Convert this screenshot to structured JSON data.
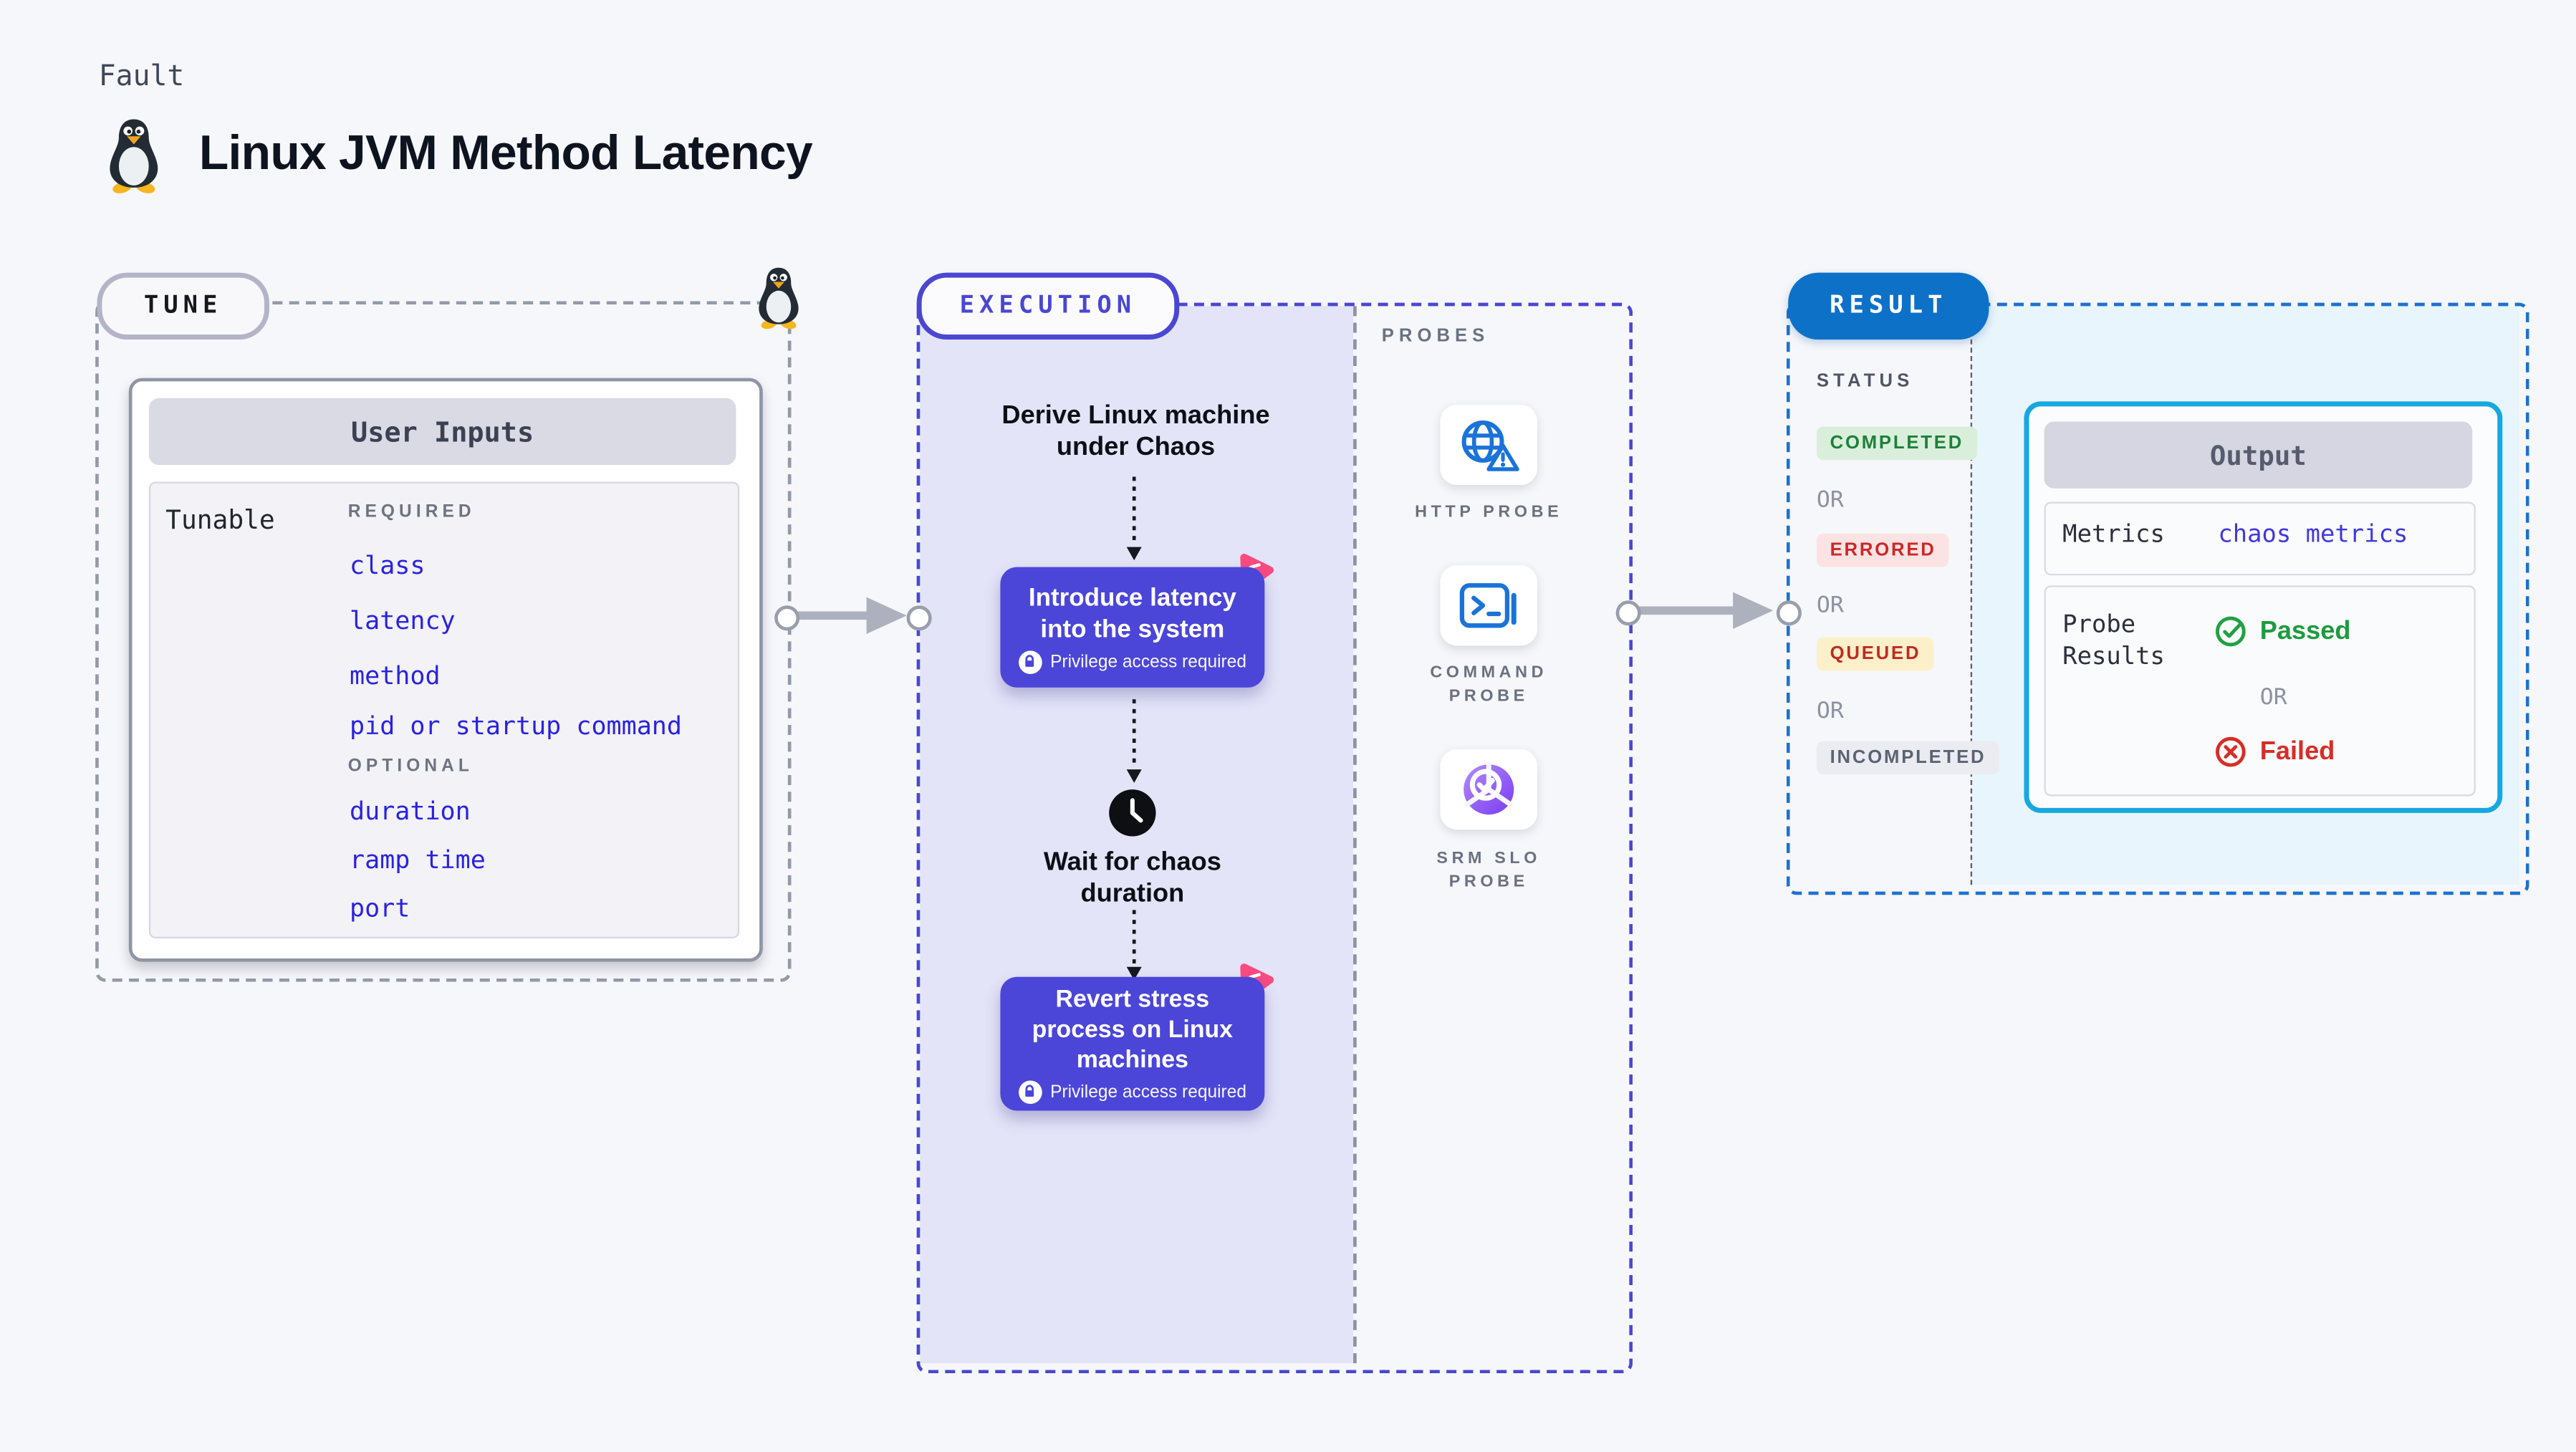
{
  "page": {
    "fault_label": "Fault",
    "title": "Linux JVM Method Latency"
  },
  "tune": {
    "pill": "TUNE",
    "card_title": "User Inputs",
    "row_label": "Tunable",
    "required_heading": "REQUIRED",
    "optional_heading": "OPTIONAL",
    "required_items": [
      "class",
      "latency",
      "method",
      "pid or startup command"
    ],
    "optional_items": [
      "duration",
      "ramp time",
      "port"
    ]
  },
  "execution": {
    "pill": "EXECUTION",
    "derive_step": "Derive Linux machine under Chaos",
    "node_introduce": "Introduce latency into the system",
    "privilege_note": "Privilege access required",
    "wait_step": "Wait for chaos duration",
    "node_revert": "Revert stress process on Linux machines"
  },
  "probes": {
    "heading": "PROBES",
    "items": [
      {
        "label": "HTTP PROBE",
        "icon": "globe-alert-icon"
      },
      {
        "label": "COMMAND PROBE",
        "icon": "terminal-icon"
      },
      {
        "label": "SRM SLO PROBE",
        "icon": "slo-donut-check-icon"
      }
    ]
  },
  "result": {
    "pill": "RESULT",
    "status_heading": "STATUS",
    "or_label": "OR",
    "statuses": [
      {
        "label": "COMPLETED",
        "text_color": "#1d8039",
        "bg_color": "#d9efdb"
      },
      {
        "label": "ERRORED",
        "text_color": "#cd2727",
        "bg_color": "#fbe3e3"
      },
      {
        "label": "QUEUED",
        "text_color": "#c02a21",
        "bg_color": "#fbf0c9"
      },
      {
        "label": "INCOMPLETED",
        "text_color": "#5b6272",
        "bg_color": "#eaecf2"
      }
    ],
    "output": {
      "header": "Output",
      "metrics_label": "Metrics",
      "metrics_value": "chaos metrics",
      "probe_results_label": "Probe Results",
      "passed_label": "Passed",
      "failed_label": "Failed"
    }
  },
  "colors": {
    "page_bg": "#f6f7fb",
    "execution_accent": "#4a47d2",
    "execution_fill": "#e4e4f8",
    "node_bg": "#4b46d8",
    "chaos_pink": "#fb4b80",
    "result_blue": "#0e71c8",
    "result_fill": "#e8f5fc",
    "output_border": "#16a8e0",
    "probe_icon_blue": "#1a73d8",
    "link_blue": "#2a22df",
    "passed_green": "#1d9b40",
    "failed_red": "#d52f27"
  }
}
